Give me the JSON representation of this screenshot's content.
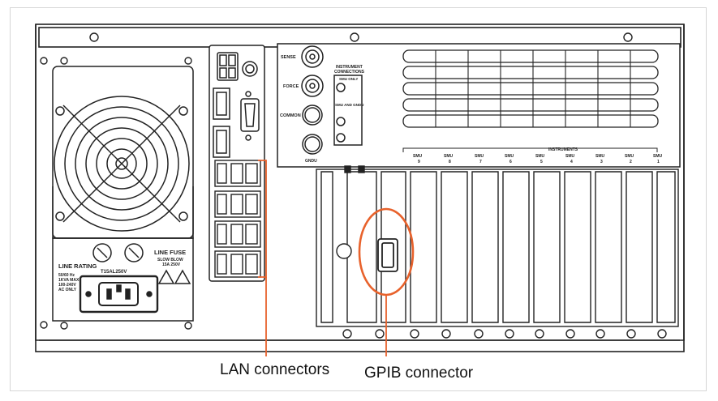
{
  "callouts": {
    "lan": "LAN connectors",
    "gpib": "GPIB connector"
  },
  "panel_labels": {
    "sense": "SENSE",
    "force": "FORCE",
    "common": "COMMON",
    "gndu": "GNDU",
    "instrument_connections": [
      "INSTRUMENT",
      "CONNECTIONS"
    ],
    "smu_only": "SMU ONLY",
    "smu_and_gndu": "SMU AND GNDU",
    "instruments": "INSTRUMENTS",
    "slots": [
      {
        "label": "SMU",
        "num": "9"
      },
      {
        "label": "SMU",
        "num": "8"
      },
      {
        "label": "SMU",
        "num": "7"
      },
      {
        "label": "SMU",
        "num": "6"
      },
      {
        "label": "SMU",
        "num": "5"
      },
      {
        "label": "SMU",
        "num": "4"
      },
      {
        "label": "SMU",
        "num": "3"
      },
      {
        "label": "SMU",
        "num": "2"
      },
      {
        "label": "SMU",
        "num": "1"
      }
    ],
    "line_rating": "LINE RATING",
    "rating_lines": [
      "50/60 Hz",
      "1KVA MAX",
      "100-240V",
      "AC ONLY"
    ],
    "line_fuse": "LINE FUSE",
    "fuse_lines": [
      "SLOW BLOW",
      "15A 250V"
    ],
    "fuse_part": "T15AL250V"
  },
  "colors": {
    "outline": "#222222",
    "highlight": "#e8622c",
    "panel_fill": "#ffffff"
  }
}
